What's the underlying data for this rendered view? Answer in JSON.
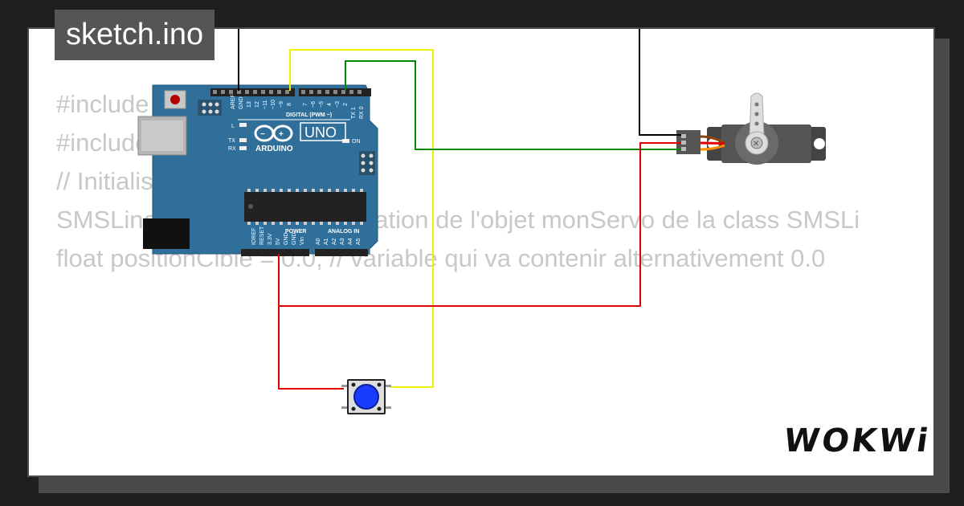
{
  "window": {
    "title": "sketch.ino"
  },
  "code": {
    "line1": "#include <",
    "line2": "#include <SMSLinear.h>",
    "line3": "",
    "line4": "",
    "line5": "// Initialisation des variables",
    "line6": "",
    "line7": "SMSLinear monServo; // Création de l'objet monServo de la class SMSLi",
    "line8": "",
    "line9": "float positionCible = 0.0; // variable qui va contenir alternativement 0.0"
  },
  "board": {
    "brand": "ARDUINO",
    "model": "UNO",
    "digital_label": "DIGITAL (PWM ~)",
    "power_label": "POWER",
    "analog_label": "ANALOG IN",
    "on_label": "ON",
    "tx_label": "TX",
    "rx_label": "RX",
    "l_label": "L",
    "top_pins": [
      "AREF",
      "GND",
      "13",
      "12",
      "~11",
      "~10",
      "~9",
      "8",
      "7",
      "~6",
      "~5",
      "4",
      "~3",
      "2",
      "TX 1",
      "RX 0"
    ],
    "power_pins": [
      "IOREF",
      "RESET",
      "3.3V",
      "5V",
      "GND",
      "GND",
      "Vin"
    ],
    "analog_pins": [
      "A0",
      "A1",
      "A2",
      "A3",
      "A4",
      "A5"
    ]
  },
  "branding": {
    "logo": "WOKWi"
  },
  "colors": {
    "board": "#2f6f9a",
    "wire_red": "#e00000",
    "wire_yellow": "#f0f000",
    "wire_green": "#008a00",
    "wire_black": "#000000",
    "button": "#1a3cff"
  }
}
